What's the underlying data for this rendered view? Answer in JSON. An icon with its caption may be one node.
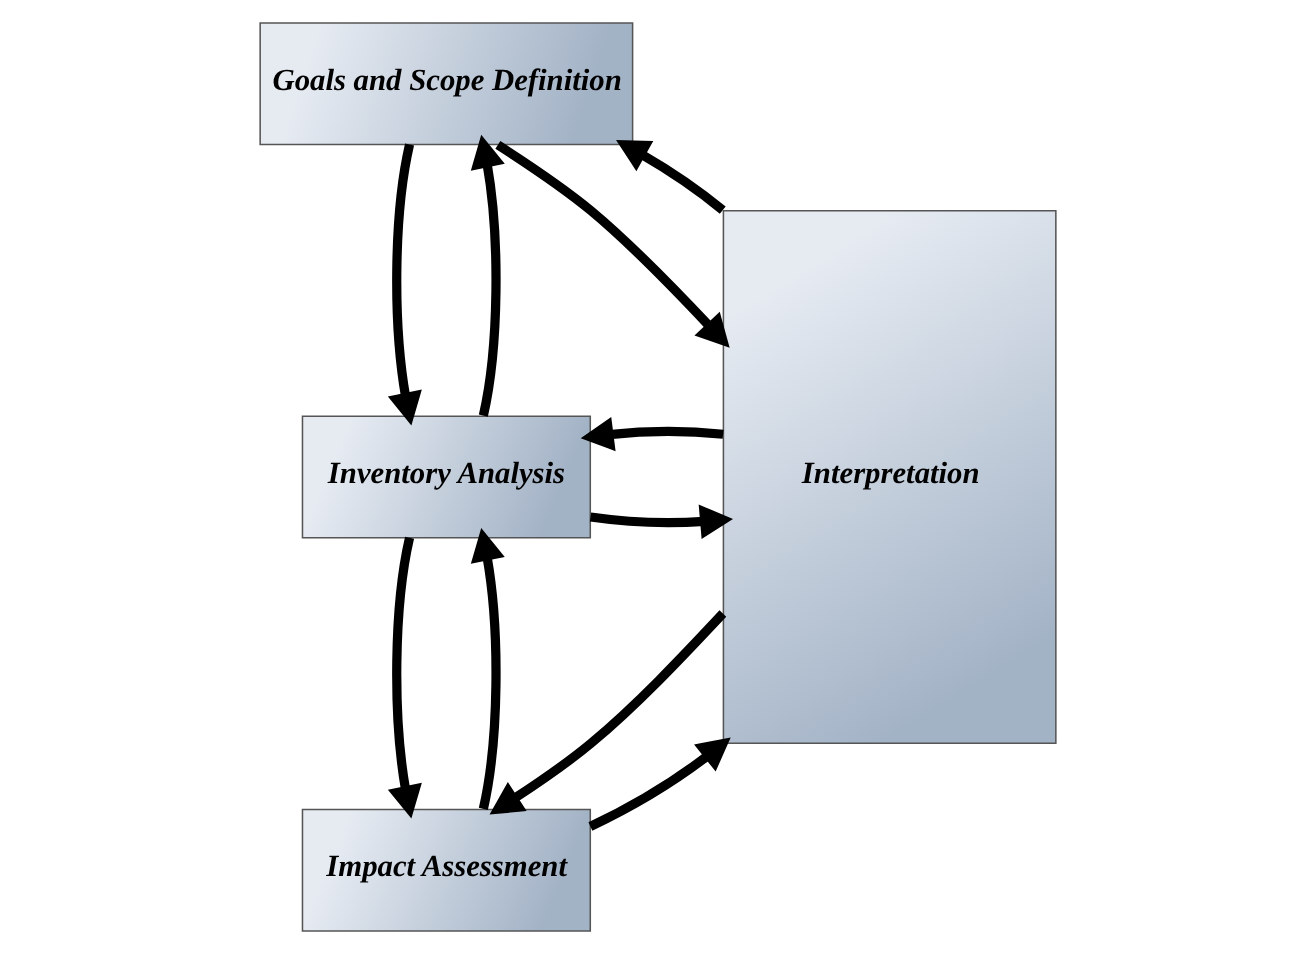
{
  "diagram": {
    "nodes": [
      {
        "text": [
          "Goals and Scope Definition"
        ]
      },
      {
        "text": [
          "Inventory Analysis"
        ]
      },
      {
        "text": [
          "Impact Assessment"
        ]
      },
      {
        "text": [
          "Interpretation"
        ]
      }
    ],
    "edges": [
      {
        "from": 0,
        "to": 1,
        "arrow": "to"
      },
      {
        "from": 1,
        "to": 0,
        "arrow": "to"
      },
      {
        "from": 1,
        "to": 2,
        "arrow": "to"
      },
      {
        "from": 2,
        "to": 1,
        "arrow": "to"
      },
      {
        "from": 0,
        "to": 3,
        "arrow": "to"
      },
      {
        "from": 3,
        "to": 0,
        "arrow": "to"
      },
      {
        "from": 1,
        "to": 3,
        "arrow": "to"
      },
      {
        "from": 3,
        "to": 1,
        "arrow": "to"
      },
      {
        "from": 2,
        "to": 3,
        "arrow": "to"
      },
      {
        "from": 3,
        "to": 2,
        "arrow": "to"
      }
    ]
  }
}
